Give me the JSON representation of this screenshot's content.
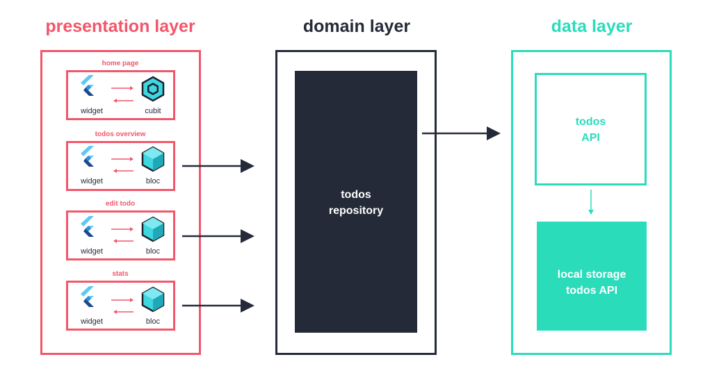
{
  "colors": {
    "presentation": "#f2566a",
    "domain": "#252a38",
    "data": "#2bdcbb",
    "arrow": "#252a38"
  },
  "presentation_layer": {
    "title": "presentation layer",
    "features": [
      {
        "name": "home page",
        "left": "widget",
        "right": "cubit"
      },
      {
        "name": "todos overview",
        "left": "widget",
        "right": "bloc"
      },
      {
        "name": "edit todo",
        "left": "widget",
        "right": "bloc"
      },
      {
        "name": "stats",
        "left": "widget",
        "right": "bloc"
      }
    ]
  },
  "domain_layer": {
    "title": "domain layer",
    "repository_line1": "todos",
    "repository_line2": "repository"
  },
  "data_layer": {
    "title": "data layer",
    "api_line1": "todos",
    "api_line2": "API",
    "storage_line1": "local storage",
    "storage_line2": "todos API"
  }
}
